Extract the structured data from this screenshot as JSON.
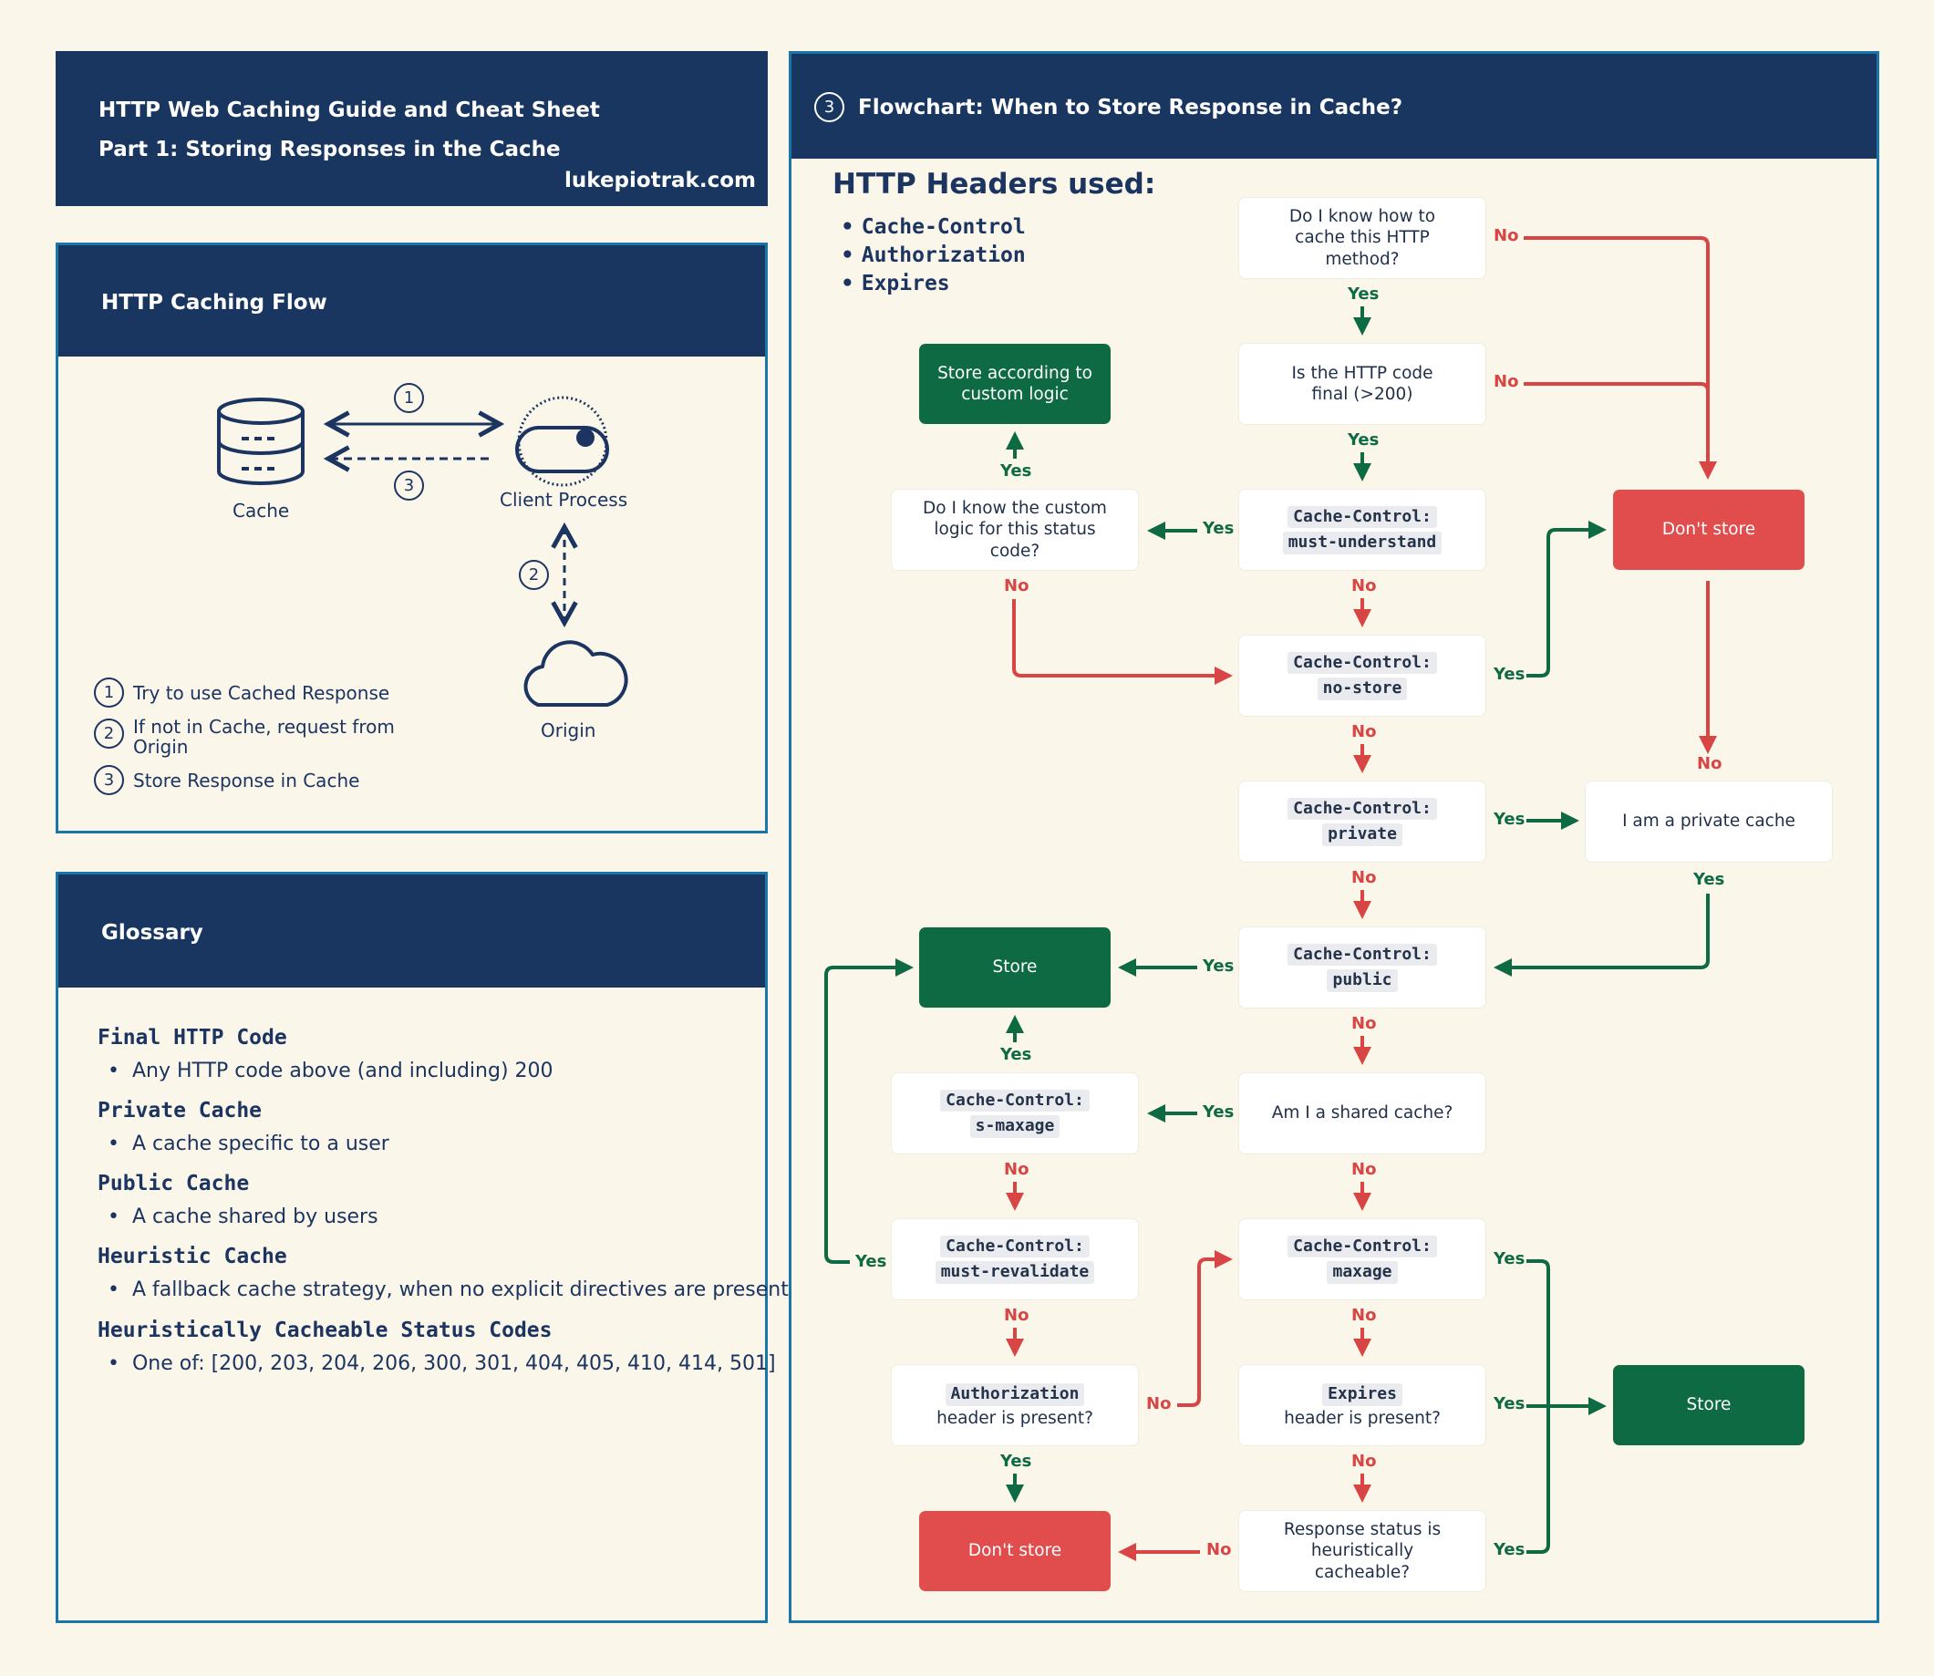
{
  "title_panel": {
    "line1": "HTTP Web Caching Guide and Cheat Sheet",
    "line2": "Part 1: Storing Responses in the Cache",
    "site": "lukepiotrak.com"
  },
  "flow_panel": {
    "title": "HTTP Caching Flow",
    "nodes": {
      "cache": "Cache",
      "client": "Client Process",
      "origin": "Origin"
    },
    "step_numbers": [
      "1",
      "2",
      "3"
    ],
    "legend": [
      {
        "num": "1",
        "text": "Try to use Cached Response"
      },
      {
        "num": "2",
        "text": "If not in Cache, request from Origin"
      },
      {
        "num": "3",
        "text": "Store Response in Cache"
      }
    ]
  },
  "glossary": {
    "title": "Glossary",
    "entries": [
      {
        "term": "Final HTTP Code",
        "def": "Any HTTP code above (and including) 200"
      },
      {
        "term": "Private Cache",
        "def": "A cache specific to a user"
      },
      {
        "term": "Public Cache",
        "def": "A cache shared by users"
      },
      {
        "term": "Heuristic Cache",
        "def": "A fallback cache strategy, when no explicit directives are present"
      },
      {
        "term": "Heuristically Cacheable Status Codes",
        "def": "One of: [200, 203, 204, 206, 300, 301, 404, 405, 410, 414, 501]"
      }
    ]
  },
  "flowchart": {
    "number": "3",
    "title": "Flowchart: When to Store Response in Cache?",
    "headers_title": "HTTP Headers used:",
    "headers": [
      "Cache-Control",
      "Authorization",
      "Expires"
    ],
    "boxes": {
      "q_method": {
        "text": "Do I know how to cache this HTTP method?"
      },
      "q_final": {
        "text": "Is the HTTP code final (>200)"
      },
      "q_must_understand": {
        "code1": "Cache-Control:",
        "code2": "must-understand"
      },
      "q_custom_logic": {
        "text": "Do I know the custom logic for this status code?"
      },
      "store_custom": {
        "text": "Store according to custom logic"
      },
      "dont_store_top": {
        "text": "Don't store"
      },
      "q_no_store": {
        "code1": "Cache-Control:",
        "code2": "no-store"
      },
      "q_private": {
        "code1": "Cache-Control:",
        "code2": "private"
      },
      "private_cache": {
        "text": "I am a private cache"
      },
      "q_public": {
        "code1": "Cache-Control:",
        "code2": "public"
      },
      "store_mid": {
        "text": "Store"
      },
      "q_shared": {
        "text": "Am I a shared cache?"
      },
      "q_s_maxage": {
        "code1": "Cache-Control:",
        "code2": "s-maxage"
      },
      "q_must_revalidate": {
        "code1": "Cache-Control:",
        "code2": "must-revalidate"
      },
      "q_maxage": {
        "code1": "Cache-Control:",
        "code2": "maxage"
      },
      "q_authorization": {
        "code": "Authorization",
        "text": "header is present?"
      },
      "q_expires": {
        "code": "Expires",
        "text": "header is present?"
      },
      "store_bottom": {
        "text": "Store"
      },
      "q_heuristic": {
        "text": "Response status is heuristically cacheable?"
      },
      "dont_store_bottom": {
        "text": "Don't store"
      }
    },
    "labels": {
      "yes": "Yes",
      "no": "No"
    }
  },
  "colors": {
    "navy": "#183660",
    "green": "#0e6a43",
    "red": "#e14c4c",
    "background": "#fbf6ea",
    "border": "#1a75a8"
  }
}
